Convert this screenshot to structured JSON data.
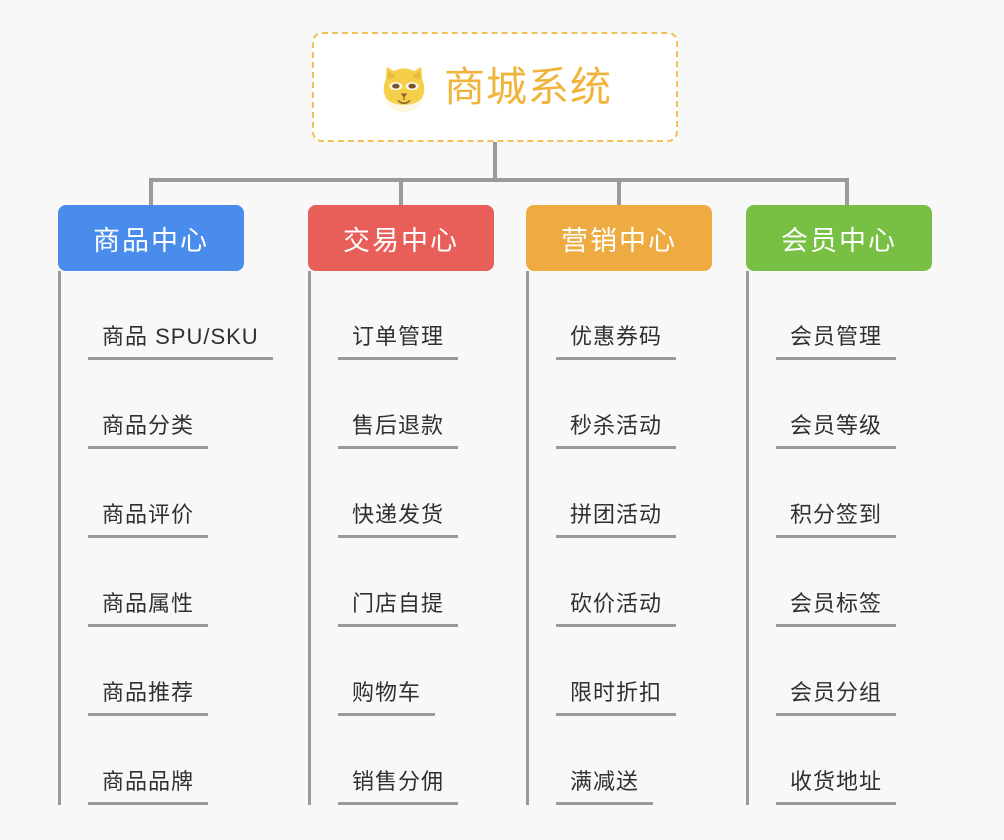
{
  "root": {
    "title": "商城系统",
    "icon": "shiba-dog-icon",
    "border_color": "#f3c057",
    "text_color": "#f0b43c",
    "background": "#ffffff"
  },
  "page": {
    "background": "#f8f8f8",
    "connector_color": "#9a9a9a"
  },
  "columns": [
    {
      "title": "商品中心",
      "color": "#4a8ceb",
      "items": [
        {
          "label": "商品 SPU/SKU"
        },
        {
          "label": "商品分类"
        },
        {
          "label": "商品评价"
        },
        {
          "label": "商品属性"
        },
        {
          "label": "商品推荐"
        },
        {
          "label": "商品品牌"
        }
      ]
    },
    {
      "title": "交易中心",
      "color": "#e85f59",
      "items": [
        {
          "label": "订单管理"
        },
        {
          "label": "售后退款"
        },
        {
          "label": "快递发货"
        },
        {
          "label": "门店自提"
        },
        {
          "label": "购物车"
        },
        {
          "label": "销售分佣"
        }
      ]
    },
    {
      "title": "营销中心",
      "color": "#eeab41",
      "items": [
        {
          "label": "优惠券码"
        },
        {
          "label": "秒杀活动"
        },
        {
          "label": "拼团活动"
        },
        {
          "label": "砍价活动"
        },
        {
          "label": "限时折扣"
        },
        {
          "label": "满减送"
        }
      ]
    },
    {
      "title": "会员中心",
      "color": "#78c043",
      "items": [
        {
          "label": "会员管理"
        },
        {
          "label": "会员等级"
        },
        {
          "label": "积分签到"
        },
        {
          "label": "会员标签"
        },
        {
          "label": "会员分组"
        },
        {
          "label": "收货地址"
        }
      ]
    }
  ]
}
